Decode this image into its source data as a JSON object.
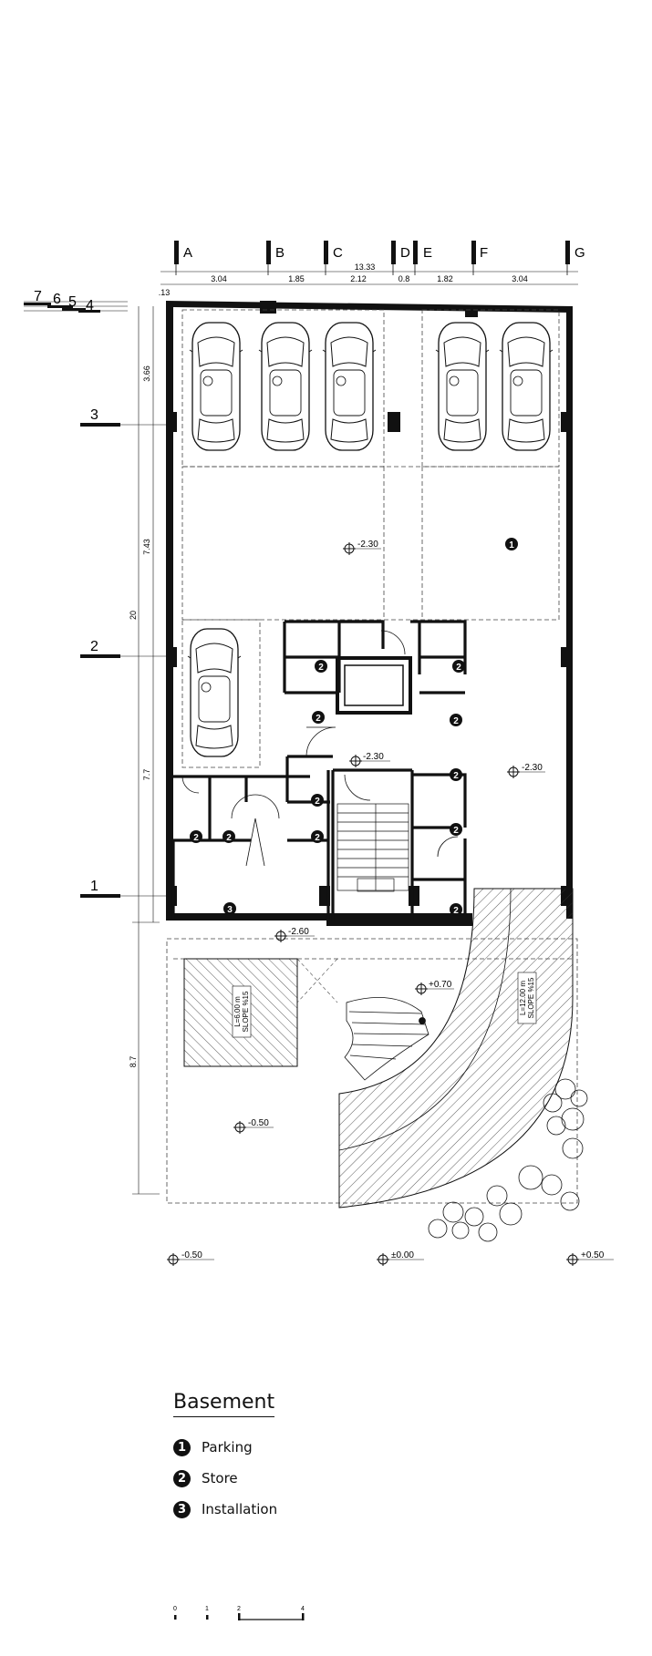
{
  "plan": {
    "grid_columns": [
      "A",
      "B",
      "C",
      "D",
      "E",
      "F",
      "G"
    ],
    "grid_rows": [
      "7",
      "6",
      "5",
      "4",
      "3",
      "2",
      "1"
    ],
    "top_dimensions": [
      "3.04",
      "1.85",
      "2.12",
      "0.8",
      "1.82",
      "3.04"
    ],
    "overall_width": "13.33",
    "corner_dim": ".13",
    "side_dimensions": [
      "3.66",
      "7.43",
      "7.7",
      "8.7"
    ],
    "overall_depth": "20",
    "levels": {
      "parking_top": "-2.30",
      "parking_right": "-2.30",
      "core": "-2.30",
      "installation": "-2.60",
      "entry": "+0.70",
      "yard": "-0.50",
      "street_left": "-0.50",
      "street_center": "±0.00",
      "street_right": "+0.50"
    },
    "ramp_left_text": [
      "L=6.00 m",
      "SLOPE %15"
    ],
    "ramp_right_text": [
      "L=12.00 m",
      "SLOPE %15"
    ],
    "room_badges": [
      "1",
      "2",
      "3"
    ]
  },
  "legend": {
    "title": "Basement",
    "items": [
      {
        "num": "1",
        "label": "Parking"
      },
      {
        "num": "2",
        "label": "Store"
      },
      {
        "num": "3",
        "label": "Installation"
      }
    ]
  },
  "scale": {
    "ticks": [
      "0",
      "1",
      "2",
      "4"
    ]
  }
}
